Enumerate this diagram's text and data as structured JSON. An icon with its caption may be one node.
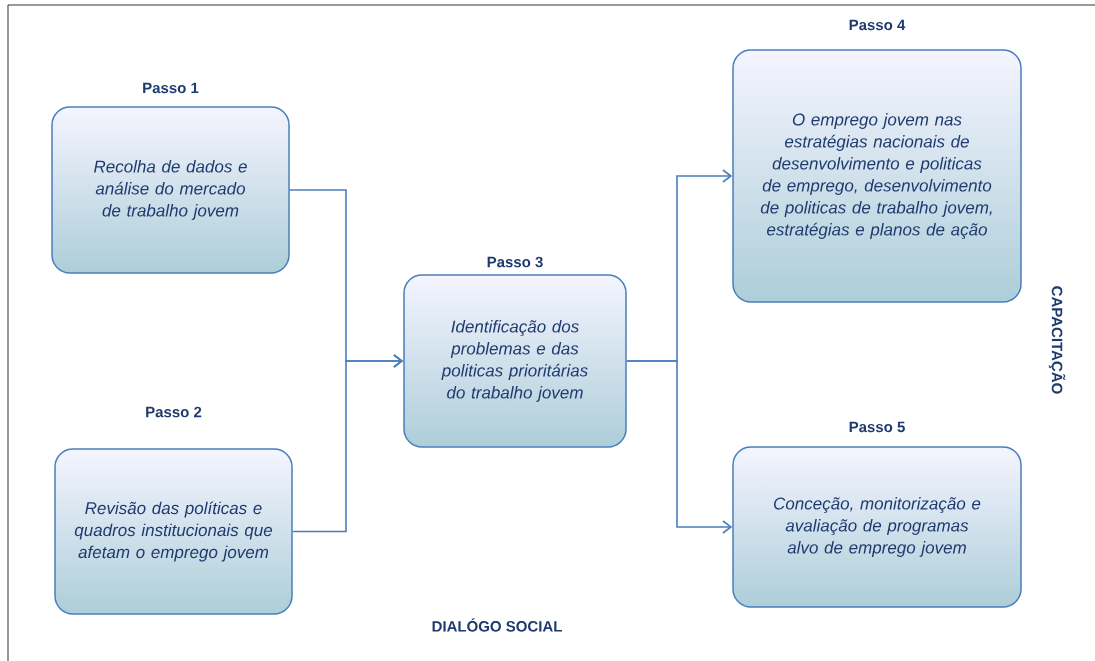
{
  "diagram": {
    "nodes": [
      {
        "text": [
          "Passo 1",
          "Recolha de dados e análise do mercado de trabalho jovem"
        ]
      },
      {
        "text": [
          "Passo 2",
          "Revisão das políticas e quadros institucionais que afetam o emprego jovem"
        ]
      },
      {
        "text": [
          "Passo 3",
          "Identificação dos problemas e das politicas prioritárias do trabalho jovem"
        ]
      },
      {
        "text": [
          "Passo 4",
          "O emprego jovem nas estratégias nacionais de desenvolvimento e politicas de emprego, desenvolvimento de politicas de trabalho jovem, estratégias e planos de ação"
        ]
      },
      {
        "text": [
          "Passo 5",
          "Conceção, monitorização e avaliação de programas alvo de emprego jovem"
        ]
      }
    ],
    "edges": [
      {
        "from": 0,
        "to": 2,
        "arrow": "to"
      },
      {
        "from": 1,
        "to": 2,
        "arrow": "to"
      },
      {
        "from": 2,
        "to": 3,
        "arrow": "to"
      },
      {
        "from": 2,
        "to": 4,
        "arrow": "to"
      }
    ],
    "labels": [
      "CAPACITAÇÃO",
      "DIALÓGO SOCIAL"
    ]
  }
}
